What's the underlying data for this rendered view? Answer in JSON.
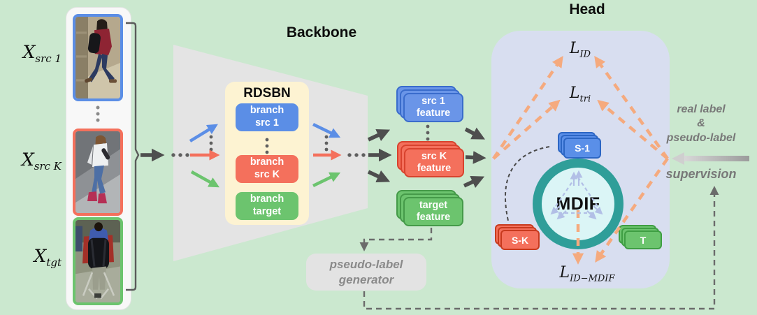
{
  "colors": {
    "background": "#cbe8cf",
    "blue": "#5b8ee6",
    "red": "#f4705c",
    "green": "#6cc46e",
    "orange": "#f5aa7e",
    "teal_ring": "#2f9e99",
    "head_bg": "#d8def0",
    "rdsbn_bg": "#fdf3d2",
    "backbone_bg": "#e4e4e4",
    "gray_text": "#787878"
  },
  "inputs": {
    "items": [
      {
        "base": "X",
        "sub": "src 1",
        "border_color": "#5b8ee6"
      },
      {
        "base": "X",
        "sub": "src K",
        "border_color": "#f4705c"
      },
      {
        "base": "X",
        "sub": "tgt",
        "border_color": "#6cc46e"
      }
    ]
  },
  "backbone": {
    "title": "Backbone",
    "rdsbn_title": "RDSBN",
    "branches": [
      {
        "line1": "branch",
        "line2": "src 1"
      },
      {
        "line1": "branch",
        "line2": "src K"
      },
      {
        "line1": "branch",
        "line2": "target"
      }
    ]
  },
  "features": [
    {
      "line1": "src 1",
      "line2": "feature"
    },
    {
      "line1": "src K",
      "line2": "feature"
    },
    {
      "line1": "target",
      "line2": "feature"
    }
  ],
  "head": {
    "title": "Head",
    "loss_id": {
      "base": "L",
      "sub": "ID"
    },
    "loss_tri": {
      "base": "L",
      "sub": "tri"
    },
    "loss_id_mdif": {
      "base": "L",
      "sub": "ID−MDIF"
    },
    "mdif_label": "MDIF",
    "badges": {
      "s1": "S-1",
      "sk": "S-K",
      "t": "T"
    }
  },
  "pseudo_generator": {
    "line1": "pseudo-label",
    "line2": "generator"
  },
  "supervision_panel": {
    "label_line1": "real label",
    "label_line2": "&",
    "label_line3": "pseudo-label",
    "supervision": "supervision"
  }
}
